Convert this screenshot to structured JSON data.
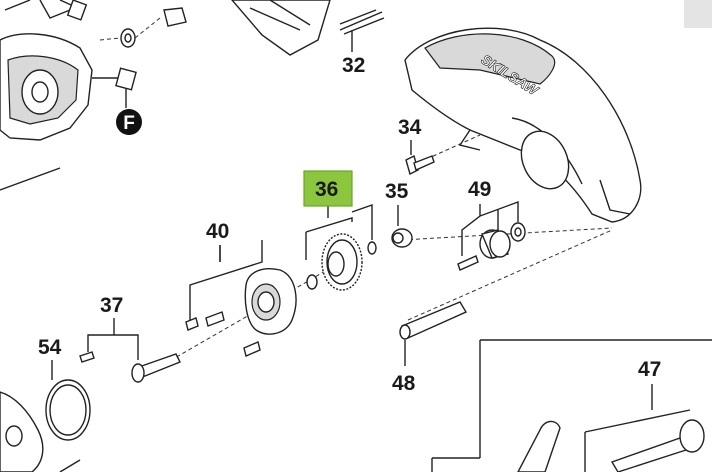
{
  "callouts": {
    "c32": "32",
    "c34": "34",
    "c35": "35",
    "c36": "36",
    "c37": "37",
    "c40": "40",
    "c47": "47",
    "c48": "48",
    "c49": "49",
    "c54": "54",
    "cF": "F"
  },
  "guard_logo": "SKILSAW",
  "highlight": {
    "color": "#8cc63f",
    "border": "#6aa626"
  }
}
